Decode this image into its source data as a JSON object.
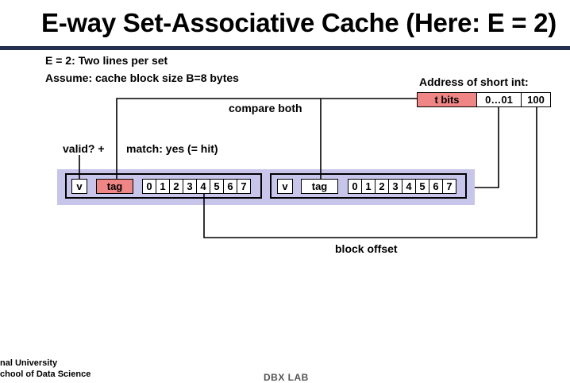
{
  "slide": {
    "title": "E-way Set-Associative Cache (Here: E = 2)",
    "note1": "E = 2: Two lines per set",
    "note2": "Assume: cache block size B=8 bytes"
  },
  "diagram": {
    "address_title": "Address of short int:",
    "address_fields": [
      "t bits",
      "0…01",
      "100"
    ],
    "compare_label": "compare both",
    "valid_label": "valid?  +",
    "match_label": "match: yes (= hit)",
    "block_offset_label": "block offset",
    "line1": {
      "valid": "v",
      "tag": "tag",
      "bytes": [
        "0",
        "1",
        "2",
        "3",
        "4",
        "5",
        "6",
        "7"
      ]
    },
    "line2": {
      "valid": "v",
      "tag": "tag",
      "bytes": [
        "0",
        "1",
        "2",
        "3",
        "4",
        "5",
        "6",
        "7"
      ]
    }
  },
  "footer": {
    "university_line1": "nal University",
    "university_line2": "chool of Data Science",
    "lab_logo": "DBX LAB"
  },
  "colors": {
    "accent_rule": "#24304f",
    "tag_highlight": "#f08585",
    "set_background": "#c7c5ea"
  }
}
